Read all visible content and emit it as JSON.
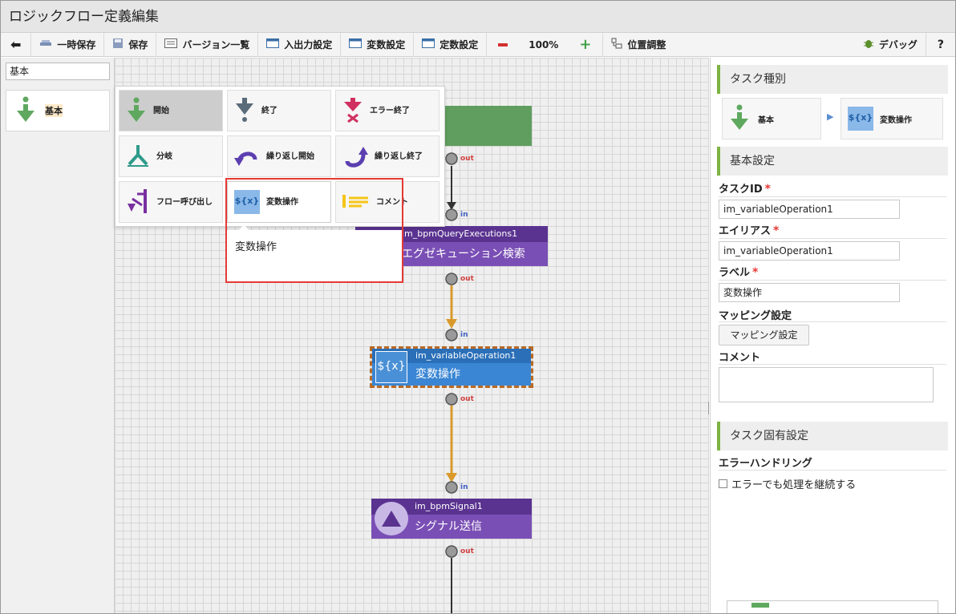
{
  "window": {
    "title": "ロジックフロー定義編集"
  },
  "toolbar": {
    "back": "",
    "temp_save": "一時保存",
    "save": "保存",
    "versions": "バージョン一覧",
    "io_settings": "入出力設定",
    "var_settings": "変数設定",
    "const_settings": "定数設定",
    "zoom": "100%",
    "align": "位置調整",
    "debug": "デバッグ",
    "help": "?"
  },
  "palette": {
    "category_select": "基本",
    "category_tile": "基本",
    "items": [
      {
        "label": "開始",
        "icon": "start-icon"
      },
      {
        "label": "終了",
        "icon": "end-icon"
      },
      {
        "label": "エラー終了",
        "icon": "error-end-icon"
      },
      {
        "label": "分岐",
        "icon": "branch-icon"
      },
      {
        "label": "繰り返し開始",
        "icon": "loop-start-icon"
      },
      {
        "label": "繰り返し終了",
        "icon": "loop-end-icon"
      },
      {
        "label": "フロー呼び出し",
        "icon": "flow-call-icon"
      },
      {
        "label": "変数操作",
        "icon": "variable-operation-icon"
      },
      {
        "label": "コメント",
        "icon": "comment-icon"
      }
    ],
    "tooltip": "変数操作"
  },
  "canvas": {
    "nodes": [
      {
        "id": "im_bpmQueryExecutions1",
        "label": "エグゼキューション検索",
        "color": "#6a3fa0"
      },
      {
        "id": "im_variableOperation1",
        "label": "変数操作",
        "color": "#2f7fd0"
      },
      {
        "id": "im_bpmSignal1",
        "label": "シグナル送信",
        "color": "#6a3fa0"
      }
    ],
    "port_in": "in",
    "port_out": "out"
  },
  "properties": {
    "task_type_header": "タスク種別",
    "type_category": "基本",
    "type_name": "変数操作",
    "basic_header": "基本設定",
    "task_id_label": "タスクID",
    "task_id_value": "im_variableOperation1",
    "alias_label": "エイリアス",
    "alias_value": "im_variableOperation1",
    "label_label": "ラベル",
    "label_value": "変数操作",
    "mapping_label": "マッピング設定",
    "mapping_button": "マッピング設定",
    "comment_label": "コメント",
    "specific_header": "タスク固有設定",
    "error_handling_label": "エラーハンドリング",
    "continue_on_error": "エラーでも処理を継続する"
  },
  "colors": {
    "accent_green": "#7cb342",
    "start_green": "#5a9e5a",
    "highlight_red": "#e53935",
    "connector_orange": "#d99a2b"
  }
}
